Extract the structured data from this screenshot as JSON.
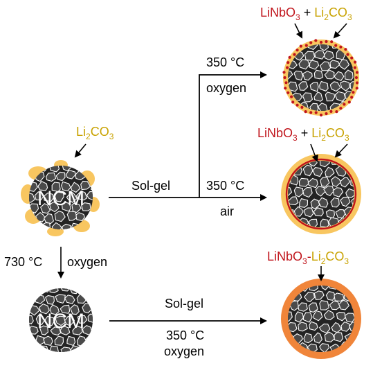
{
  "colors": {
    "grain": "#4a4a4a",
    "grain_edge": "#ffffff",
    "particle_bg": "#232323",
    "li2co3_coating": "#f8c660",
    "linbo3_red": "#c0141b",
    "mixed_coating": "#f0853a",
    "label_red": "#c0141b",
    "label_gold": "#c8a200"
  },
  "start": {
    "li2co3_label": {
      "a": "Li",
      "sub": "2",
      "b": "CO",
      "sub2": "3"
    },
    "core_label": "NCM"
  },
  "step_down": {
    "temperature": "730 °C",
    "atmosphere": "oxygen"
  },
  "bottom_start": {
    "core_label": "NCM"
  },
  "sol_gel_label": "Sol-gel",
  "branch_oxygen": {
    "temperature": "350 °C",
    "atmosphere": "oxygen",
    "product_label": {
      "linbo3": {
        "a": "LiNbO",
        "sub": "3"
      },
      "plus": " + ",
      "li2co3": {
        "a": "Li",
        "sub": "2",
        "b": "CO",
        "sub2": "3"
      }
    }
  },
  "branch_air": {
    "temperature": "350 °C",
    "atmosphere": "air",
    "product_label": {
      "linbo3": {
        "a": "LiNbO",
        "sub": "3"
      },
      "plus": " + ",
      "li2co3": {
        "a": "Li",
        "sub": "2",
        "b": "CO",
        "sub2": "3"
      }
    }
  },
  "bottom_route": {
    "method": "Sol-gel",
    "temperature": "350 °C",
    "atmosphere": "oxygen",
    "product_label": {
      "linbo3": {
        "a": "LiNbO",
        "sub": "3"
      },
      "dash": "-",
      "li2co3": {
        "a": "Li",
        "sub": "2",
        "b": "CO",
        "sub2": "3"
      }
    }
  }
}
